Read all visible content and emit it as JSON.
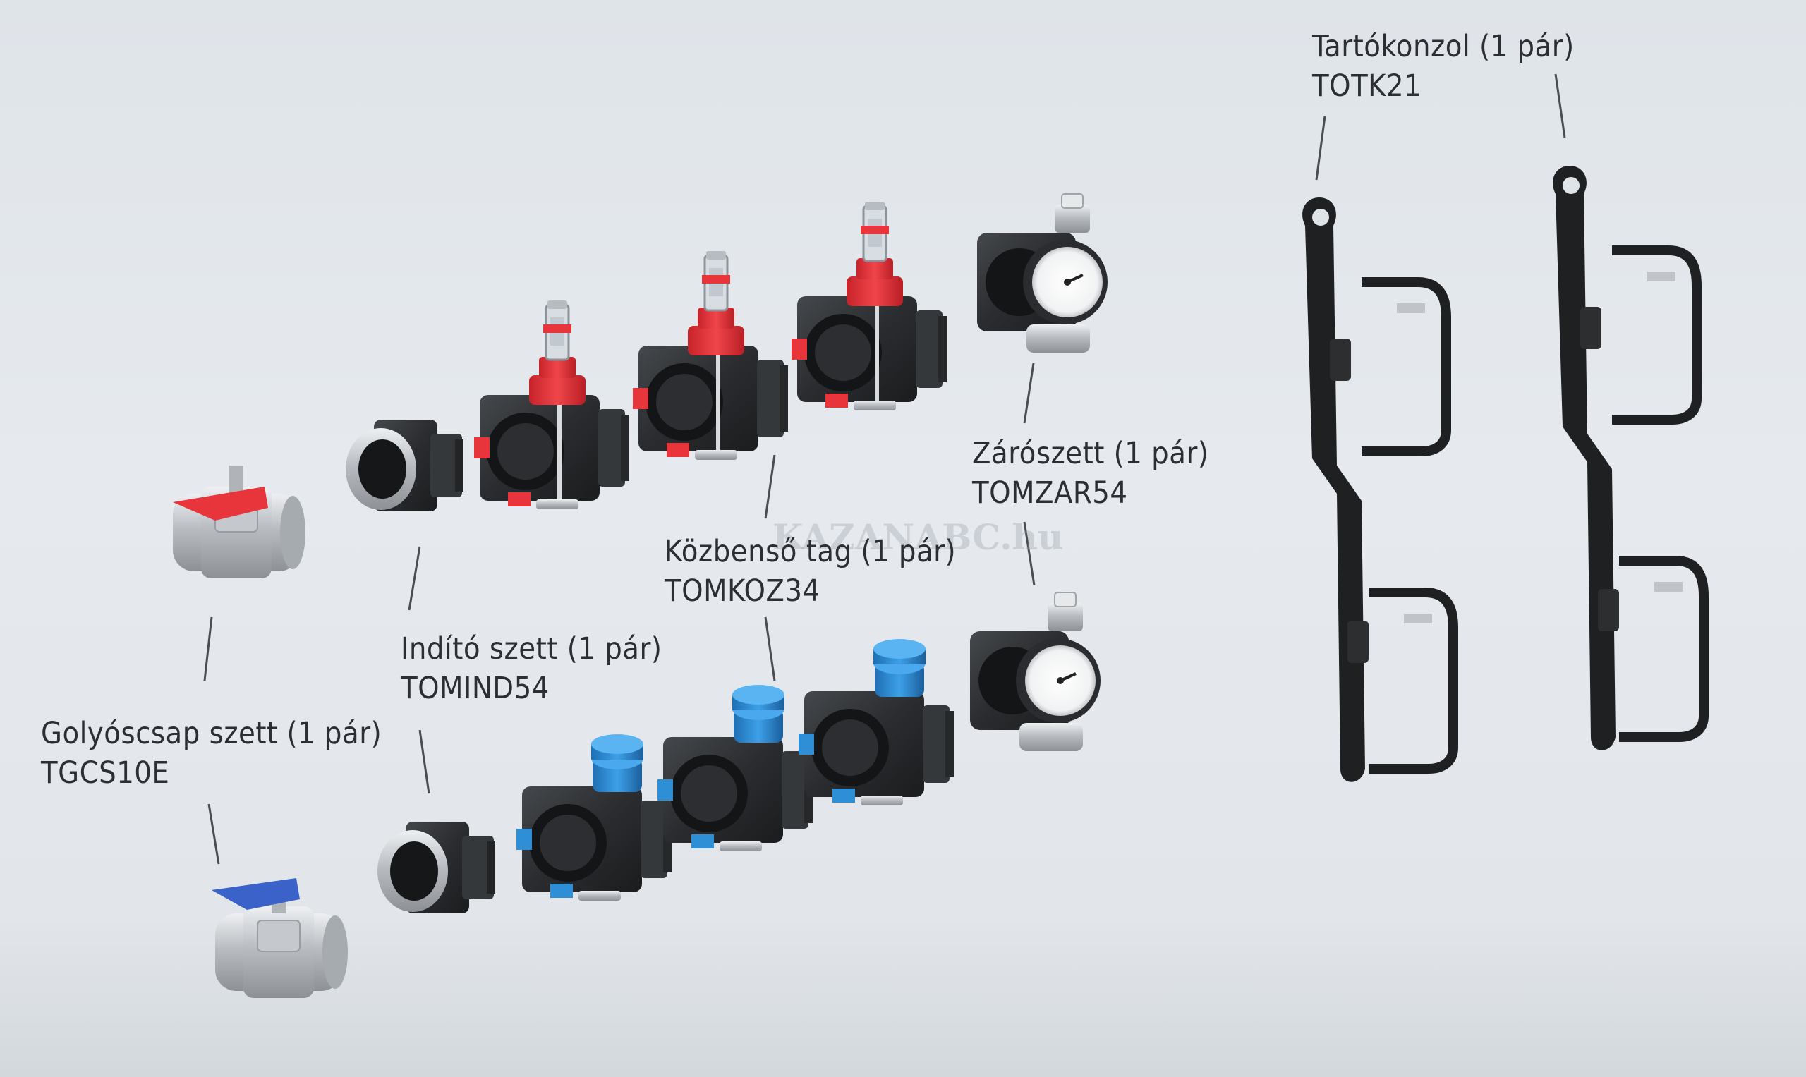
{
  "labels": {
    "golyoscsap": {
      "name": "Golyóscsap szett (1 pár)",
      "code": "TGCS10E"
    },
    "indito": {
      "name": "Indító szett (1 pár)",
      "code": "TOMIND54"
    },
    "kozbenso": {
      "name": "Közbenső tag (1 pár)",
      "code": "TOMKOZ34"
    },
    "zaro": {
      "name": "Zárószett (1 pár)",
      "code": "TOMZAR54"
    },
    "tarto": {
      "name": "Tartókonzol (1 pár)",
      "code": "TOTK21"
    }
  },
  "watermark": "KAZANABC.hu",
  "colors": {
    "red_accent": "#e8353b",
    "blue_accent": "#2f8fd6",
    "body_black": "#2a2c2f",
    "chrome": "#c9cdd1",
    "leader": "#4a4e52"
  }
}
